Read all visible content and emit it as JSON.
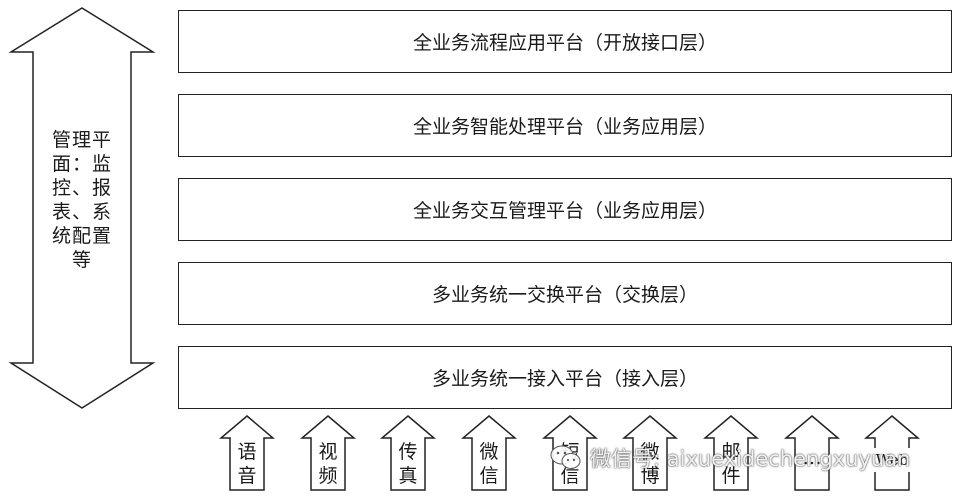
{
  "management": {
    "label": "管理平面：监控、报表、系统配置等"
  },
  "layers": [
    {
      "label": "全业务流程应用平台（开放接口层）"
    },
    {
      "label": "全业务智能处理平台（业务应用层）"
    },
    {
      "label": "全业务交互管理平台（业务应用层）"
    },
    {
      "label": "多业务统一交换平台（交换层）"
    },
    {
      "label": "多业务统一接入平台（接入层）"
    }
  ],
  "channels": [
    {
      "label": "语音"
    },
    {
      "label": "视频"
    },
    {
      "label": "传真"
    },
    {
      "label": "微信"
    },
    {
      "label": "短信"
    },
    {
      "label": "微博"
    },
    {
      "label": "邮件"
    },
    {
      "label": "…"
    },
    {
      "label": "Web"
    }
  ],
  "watermark": {
    "text": "微信号: aixuexidechengxuyuan",
    "icon": "wechat-logo"
  },
  "colors": {
    "stroke": "#222222",
    "background": "#ffffff"
  }
}
